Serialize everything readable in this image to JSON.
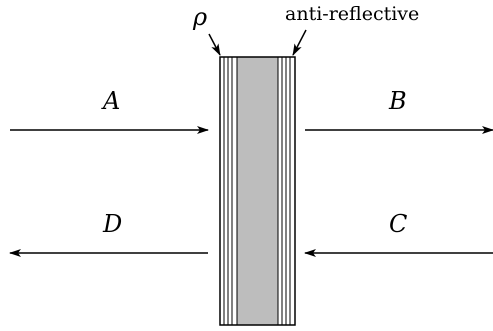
{
  "labels": {
    "rho": "ρ",
    "coating": "anti-reflective",
    "beam_a": "A",
    "beam_b": "B",
    "beam_c": "C",
    "beam_d": "D"
  },
  "colors": {
    "slab_fill": "#bdbdbd",
    "line": "#000000"
  }
}
